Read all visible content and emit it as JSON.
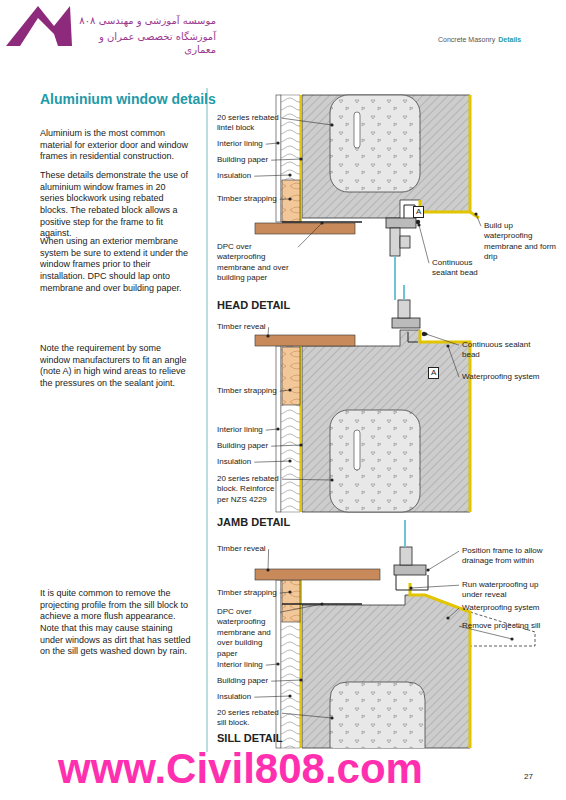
{
  "diagram": {
    "title": "Aluminium window details",
    "nodes": [
      {
        "text": [
          "A"
        ]
      },
      {
        "text": [
          "A"
        ]
      }
    ],
    "labels": [
      "موسسه آموزشی و مهندسی ۸۰۸",
      "آموزشگاه تخصصی عمران و معماری",
      "Concrete Masonry",
      "Details",
      "Aluminium is the most common material for exterior door and window frames in residential construction.",
      "These details demonstrate the use of aluminium window frames in 20 series blockwork using rebated blocks. The rebated block allows a positive step for the frame to fit against.",
      "When using an exterior membrane system be sure to extend it under the window frames prior to their installation. DPC should lap onto membrane and over building paper.",
      "Note the requirement by some window manufacturers to fit an angle (note A) in high wind areas to relieve the pressures on the sealant joint.",
      "It is quite common to remove the projecting profile from the sill block to achieve a more flush appearance. Note that this may cause staining under windows as dirt that has settled on the sill gets washed down by rain.",
      "20 series rebated lintel block",
      "Interior lining",
      "Building paper",
      "Insulation",
      "Timber strapping",
      "DPC over waterproofing membrane and over building paper",
      "Build up waterproofing membrane and form drip",
      "Continuous sealant bead",
      "HEAD DETAIL",
      "Timber reveal",
      "Continuous sealant bead",
      "Waterproofing system",
      "Timber strapping",
      "Interior lining",
      "Building paper",
      "Insulation",
      "20 series rebated block. Reinforce per NZS 4229",
      "JAMB DETAIL",
      "Timber reveal",
      "Position frame to allow drainage from within",
      "Run waterproofing up under reveal",
      "Timber strapping",
      "Waterproofing system",
      "Remove projecting sill",
      "DPC over waterproofing membrane and over building paper",
      "Interior lining",
      "Building paper",
      "Insulation",
      "20 series rebated sill block.",
      "SILL DETAIL",
      "www.Civil808.com",
      "27"
    ]
  }
}
